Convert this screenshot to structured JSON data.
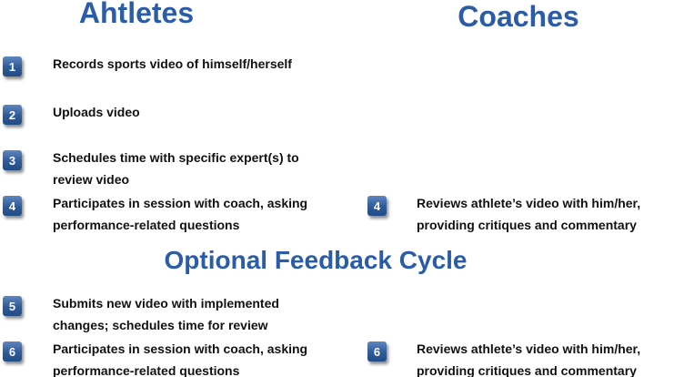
{
  "headers": {
    "athletes": "Ahtletes",
    "coaches": "Coaches",
    "feedback": "Optional Feedback Cycle"
  },
  "colors": {
    "title": "#2b5ca8",
    "badge": "#2e5a98"
  },
  "athlete_steps": [
    {
      "num": "1",
      "lines": [
        "Records sports video of himself/herself"
      ]
    },
    {
      "num": "2",
      "lines": [
        "Uploads video"
      ]
    },
    {
      "num": "3",
      "lines": [
        "Schedules time with specific expert(s) to",
        "review video"
      ]
    },
    {
      "num": "4",
      "lines": [
        "Participates in session with coach, asking",
        "performance-related questions"
      ]
    },
    {
      "num": "5",
      "lines": [
        "Submits new video with implemented",
        "changes; schedules time for review"
      ]
    },
    {
      "num": "6",
      "lines": [
        "Participates in session with coach, asking",
        "performance-related questions"
      ]
    }
  ],
  "coach_steps": [
    {
      "num": "4",
      "lines": [
        "Reviews athlete’s video with him/her,",
        "providing critiques and commentary"
      ]
    },
    {
      "num": "6",
      "lines": [
        "Reviews athlete’s video with him/her,",
        "providing critiques and commentary"
      ]
    }
  ]
}
